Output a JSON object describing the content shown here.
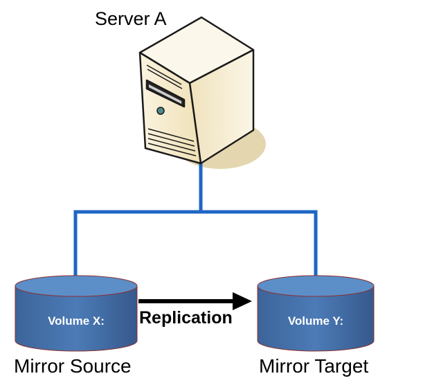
{
  "server": {
    "title": "Server A",
    "icon": "tower-server-icon"
  },
  "volumes": [
    {
      "label": "Volume X:",
      "caption": "Mirror Source",
      "icon": "disk-cylinder-icon"
    },
    {
      "label": "Volume Y:",
      "caption": "Mirror Target",
      "icon": "disk-cylinder-icon"
    }
  ],
  "replication": {
    "label": "Replication",
    "icon": "arrow-right-icon"
  },
  "colors": {
    "connector": "#1f66c4",
    "volume_fill": "#4672a8",
    "volume_top": "#5c8ec8",
    "server_body": "#f3e7c6",
    "server_shadow": "#e4d6ae"
  }
}
